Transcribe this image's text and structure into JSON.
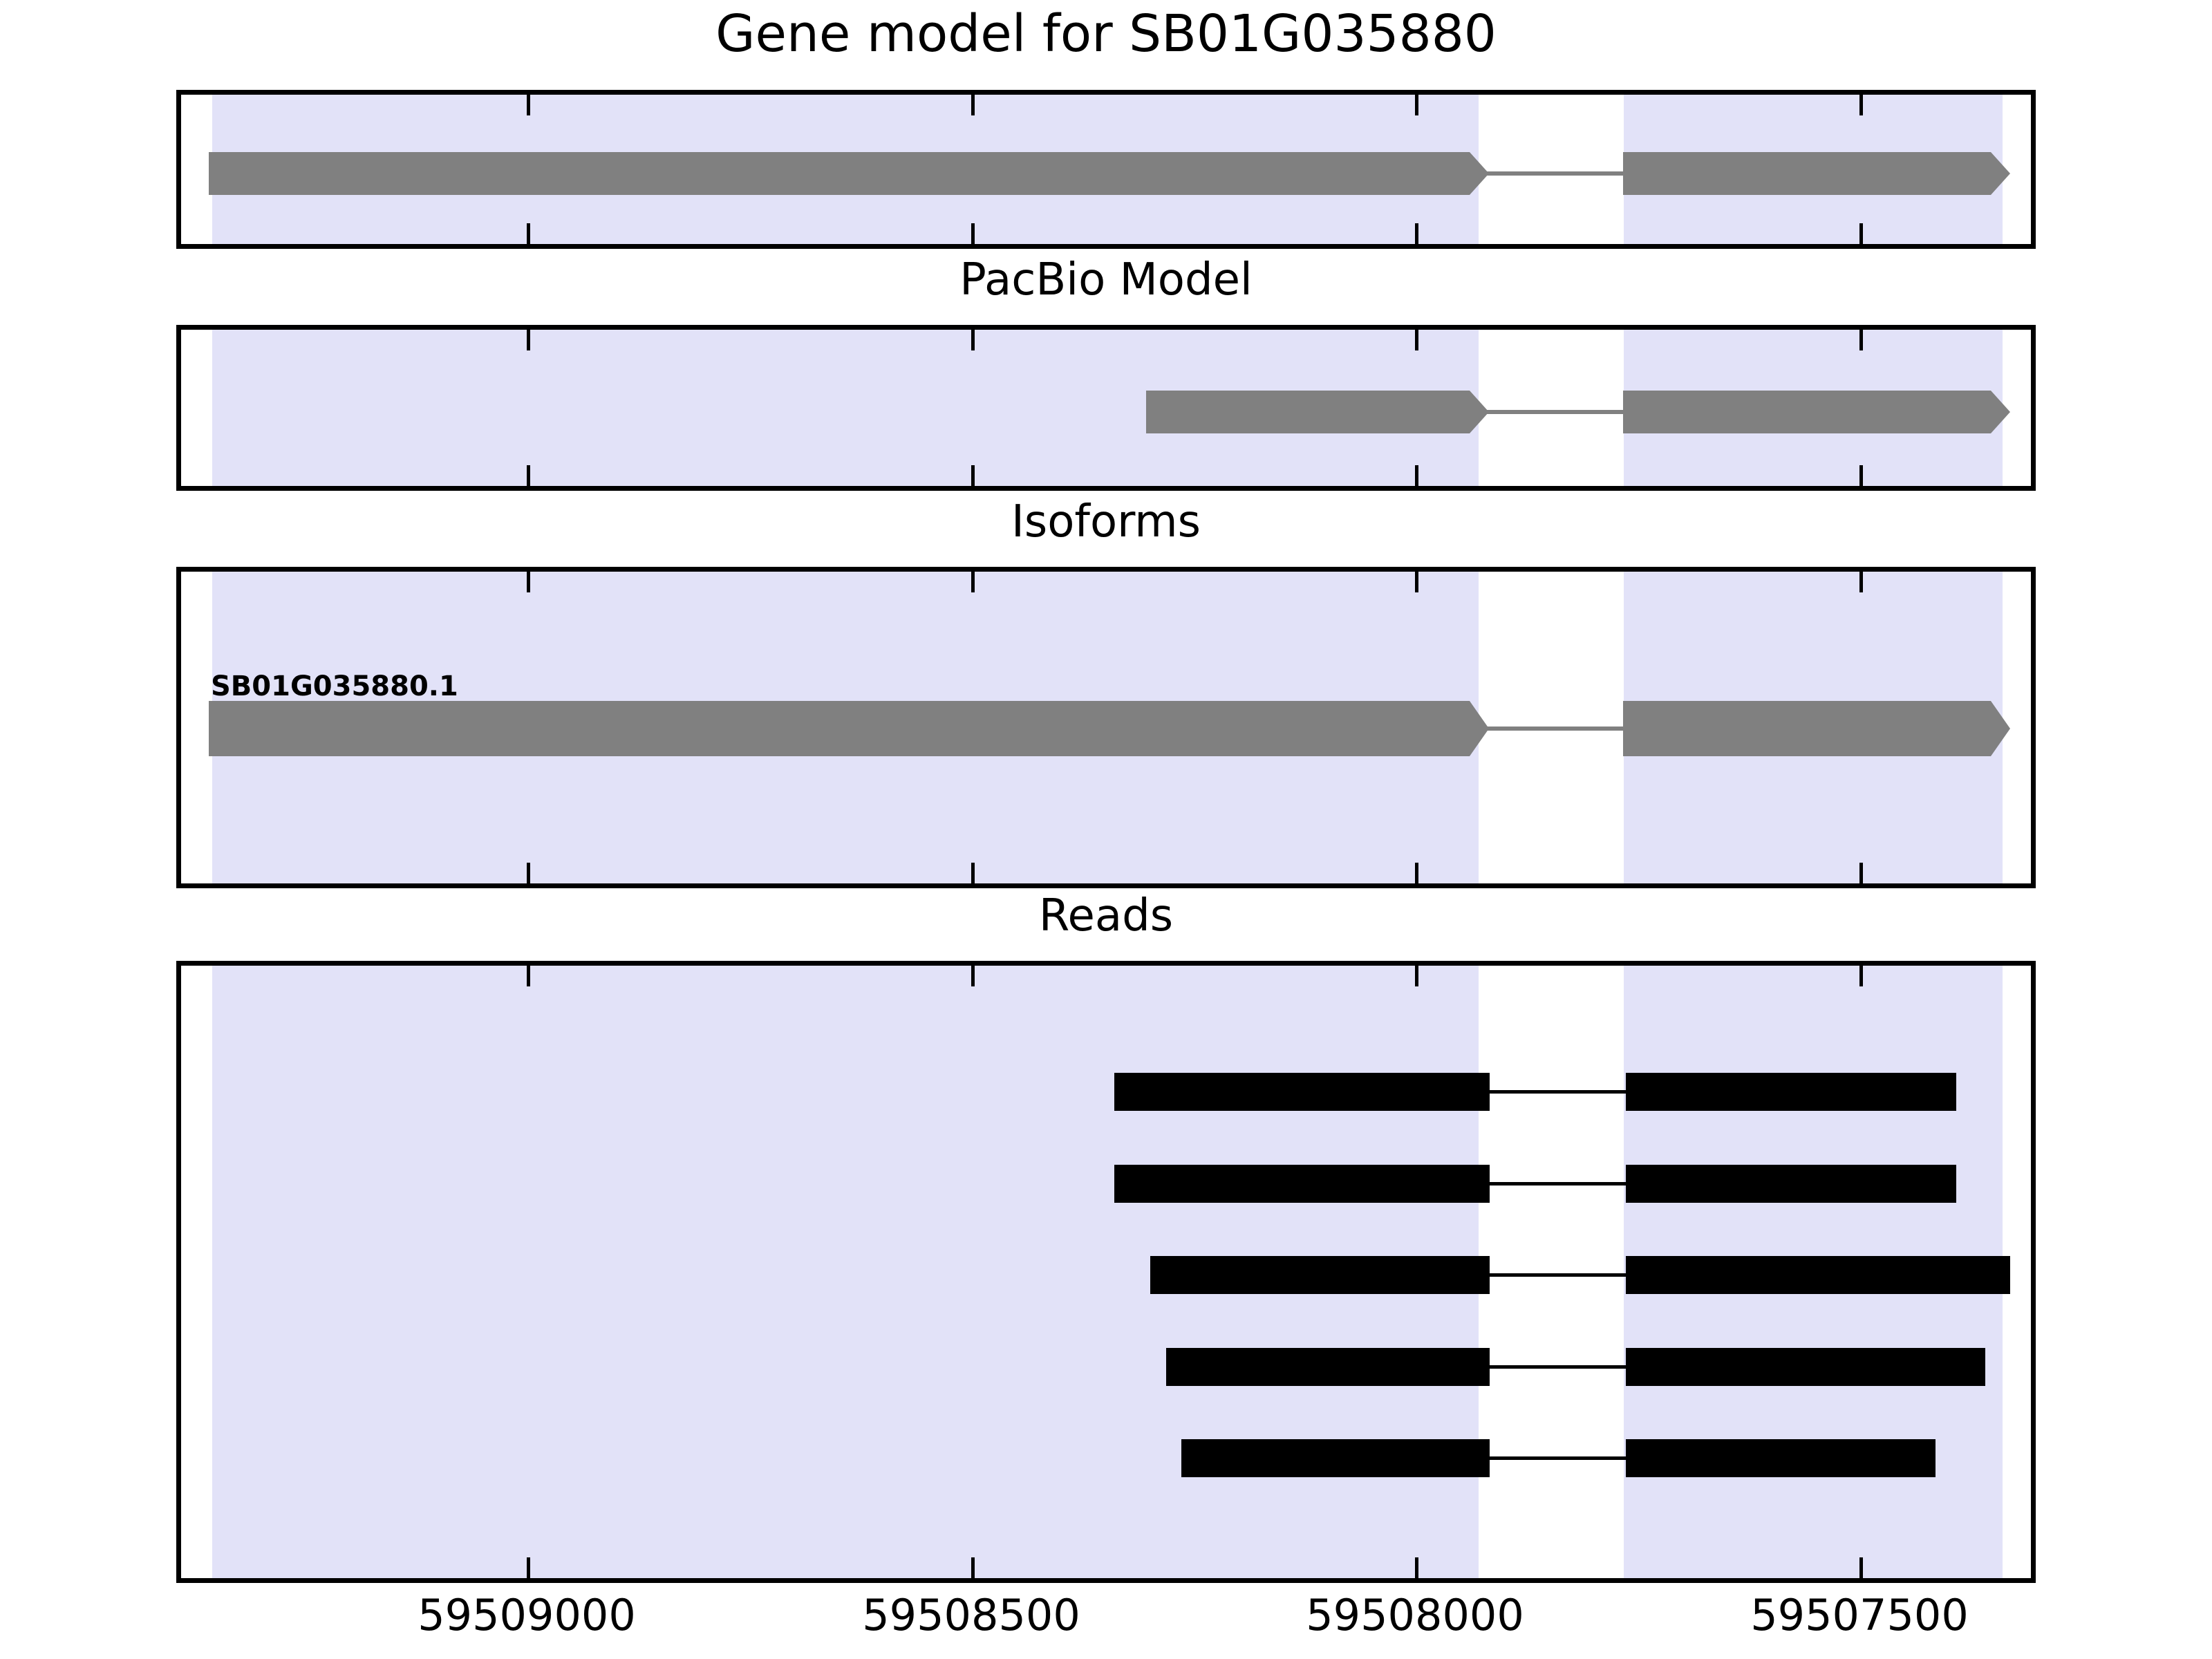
{
  "figure": {
    "title": "Gene model for SB01G035880",
    "background_color": "#FFFFFF",
    "span_highlight_color": "#E2E2F8",
    "feature_color": "#808080",
    "read_color": "#000000",
    "axis_color": "#000000"
  },
  "panels": [
    {
      "key": "gene",
      "title": "Gene model for SB01G035880"
    },
    {
      "key": "pacbio",
      "title": "PacBio Model"
    },
    {
      "key": "iso",
      "title": "Isoforms"
    },
    {
      "key": "reads",
      "title": "Reads"
    }
  ],
  "axis": {
    "orientation": "reverse",
    "tick_labels": [
      "59509000",
      "59508500",
      "59508000",
      "59507500"
    ],
    "tick_values": [
      59509000,
      59508500,
      59508000,
      59507500
    ],
    "xlim": [
      59509230,
      59507300
    ]
  },
  "isoform": {
    "label": "SB01G035880.1"
  },
  "chart_data": {
    "type": "table",
    "title": "Gene model for SB01G035880",
    "xlabel": "",
    "ylabel": "",
    "axis_ticks": [
      59509000,
      59508500,
      59508000,
      59507500
    ],
    "tracks": [
      {
        "name": "Gene model for SB01G035880",
        "kind": "gene-model",
        "strand": "-",
        "color": "#808080",
        "features": [
          {
            "type": "exon",
            "start": 59509190,
            "end": 59507975
          },
          {
            "type": "intron",
            "start": 59507975,
            "end": 59507830
          },
          {
            "type": "exon",
            "start": 59507830,
            "end": 59507340
          }
        ]
      },
      {
        "name": "PacBio Model",
        "kind": "gene-model",
        "strand": "-",
        "color": "#808080",
        "features": [
          {
            "type": "exon",
            "start": 59508225,
            "end": 59507975
          },
          {
            "type": "intron",
            "start": 59507975,
            "end": 59507830
          },
          {
            "type": "exon",
            "start": 59507830,
            "end": 59507340
          }
        ]
      },
      {
        "name": "Isoforms",
        "kind": "isoform",
        "label": "SB01G035880.1",
        "strand": "-",
        "color": "#808080",
        "features": [
          {
            "type": "exon",
            "start": 59509190,
            "end": 59507975
          },
          {
            "type": "intron",
            "start": 59507975,
            "end": 59507830
          },
          {
            "type": "exon",
            "start": 59507830,
            "end": 59507340
          }
        ]
      },
      {
        "name": "Reads",
        "kind": "reads",
        "color": "#000000",
        "read_count": 5,
        "reads": [
          {
            "id": "read-1",
            "exons": [
              [
                59508255,
                59507975
              ],
              [
                59507830,
                59507545
              ]
            ]
          },
          {
            "id": "read-2",
            "exons": [
              [
                59508255,
                59507975
              ],
              [
                59507830,
                59507545
              ]
            ]
          },
          {
            "id": "read-3",
            "exons": [
              [
                59508215,
                59507975
              ],
              [
                59507830,
                59507335
              ]
            ]
          },
          {
            "id": "read-4",
            "exons": [
              [
                59508200,
                59507975
              ],
              [
                59507830,
                59507360
              ]
            ]
          },
          {
            "id": "read-5",
            "exons": [
              [
                59508185,
                59507975
              ],
              [
                59507830,
                59507410
              ]
            ]
          }
        ]
      }
    ]
  }
}
